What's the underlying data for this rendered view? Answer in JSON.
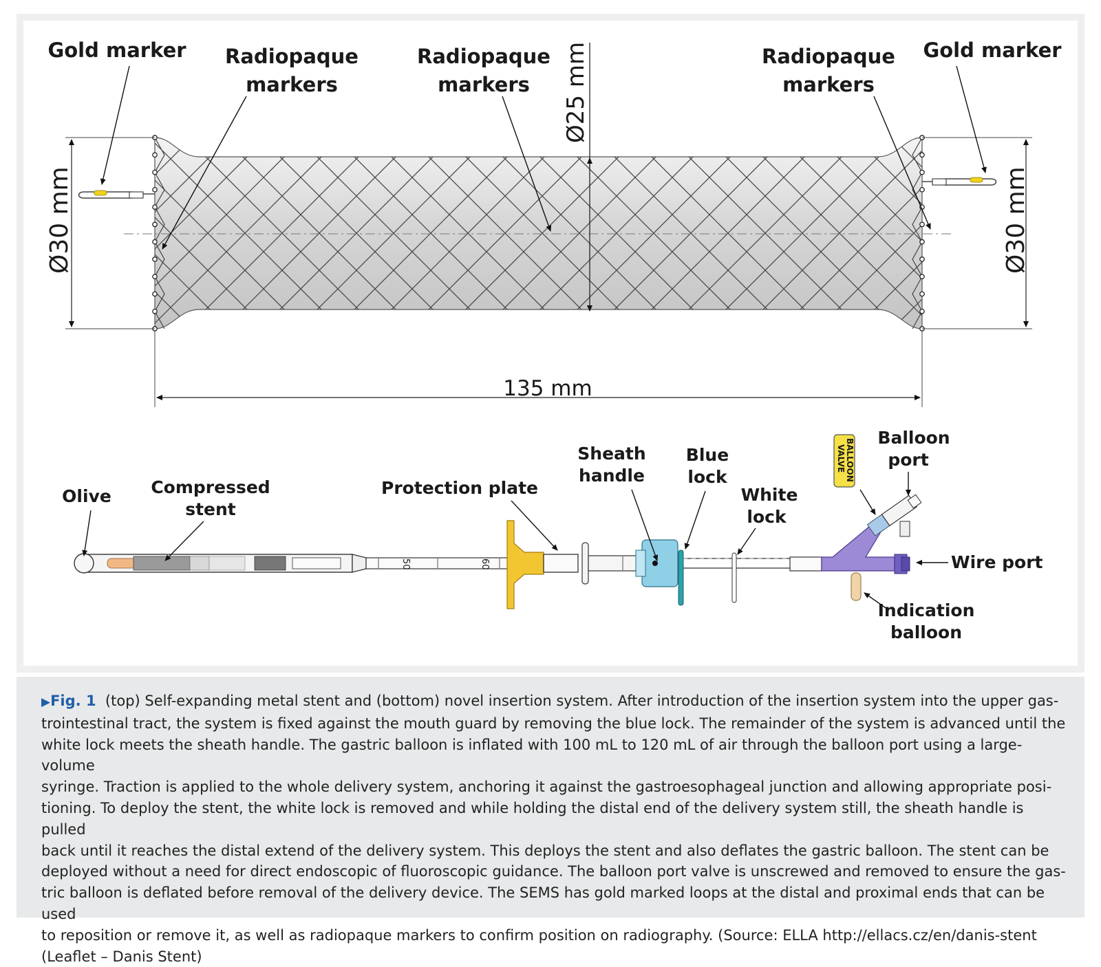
{
  "diagram": {
    "top_labels": {
      "gold_marker_left": "Gold marker",
      "radiopaque_left": [
        "Radiopaque",
        "markers"
      ],
      "radiopaque_center": [
        "Radiopaque",
        "markers"
      ],
      "radiopaque_right": [
        "Radiopaque",
        "markers"
      ],
      "gold_marker_right": "Gold marker",
      "dim_diameter_center": "Ø25 mm",
      "dim_diameter_left": "Ø30 mm",
      "dim_diameter_right": "Ø30 mm",
      "dim_length": "135 mm"
    },
    "bottom_labels": {
      "olive": "Olive",
      "compressed_stent": [
        "Compressed",
        "stent"
      ],
      "protection_plate": "Protection plate",
      "sheath_handle": [
        "Sheath",
        "handle"
      ],
      "blue_lock": [
        "Blue",
        "lock"
      ],
      "white_lock": [
        "White",
        "lock"
      ],
      "balloon_valve_tag": [
        "BALLOON",
        "VALVE"
      ],
      "balloon_port": [
        "Balloon",
        "port"
      ],
      "wire_port": "Wire port",
      "indication_balloon": [
        "Indication",
        "balloon"
      ],
      "scale_50": "50",
      "scale_60": "60"
    },
    "colors": {
      "protection_plate": "#f2c630",
      "sheath_handle": "#8fd0e6",
      "blue_lock": "#2fa0a8",
      "hub": "#9c8ad6",
      "gold_marker": "#f2d21a",
      "balloon_valve_tag": "#f5e046"
    }
  },
  "caption": {
    "fig_label": "Fig. 1",
    "lines": [
      "(top) Self-expanding metal stent and (bottom) novel insertion system. After introduction of the insertion system into the upper gas-",
      "trointestinal tract, the system is fixed against the mouth guard by removing the blue lock. The remainder of the system is advanced until the",
      "white lock meets the sheath handle. The gastric balloon is inflated with 100 mL to 120 mL of air through the balloon port using a large-volume",
      "syringe. Traction is applied to the whole delivery system, anchoring it against the gastroesophageal junction and allowing appropriate posi-",
      "tioning. To deploy the stent, the white lock is removed and while holding the distal end of the delivery system still, the sheath handle is pulled",
      "back until it reaches the distal extend of the delivery system. This deploys the stent and also deflates the gastric balloon. The stent can be",
      "deployed without a need for direct endoscopic of fluoroscopic guidance. The balloon port valve is unscrewed and removed to ensure the gas-",
      "tric balloon is deflated before removal of the delivery device. The SEMS has gold marked loops at the distal and proximal ends that can be used",
      "to reposition or remove it, as well as radiopaque markers to confirm position on radiography. (Source: ELLA http://ellacs.cz/en/danis-stent",
      "(Leaflet – Danis Stent)"
    ]
  }
}
